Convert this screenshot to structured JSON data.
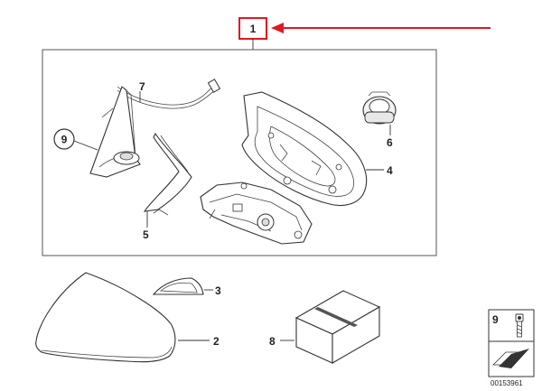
{
  "diagram": {
    "callout_main": "1",
    "parts": [
      {
        "id": "part-7",
        "label": "7"
      },
      {
        "id": "part-9",
        "label": "9"
      },
      {
        "id": "part-6",
        "label": "6"
      },
      {
        "id": "part-4",
        "label": "4"
      },
      {
        "id": "part-5",
        "label": "5"
      },
      {
        "id": "part-3",
        "label": "3"
      },
      {
        "id": "part-2",
        "label": "2"
      },
      {
        "id": "part-8",
        "label": "8"
      }
    ],
    "legend_box": {
      "number": "9"
    },
    "catalog_number": "00153961"
  },
  "colors": {
    "highlight_red": "#e0191f",
    "line": "#333333",
    "fill_light": "#f2f2f2",
    "fill_mid": "#d9d9d9"
  }
}
